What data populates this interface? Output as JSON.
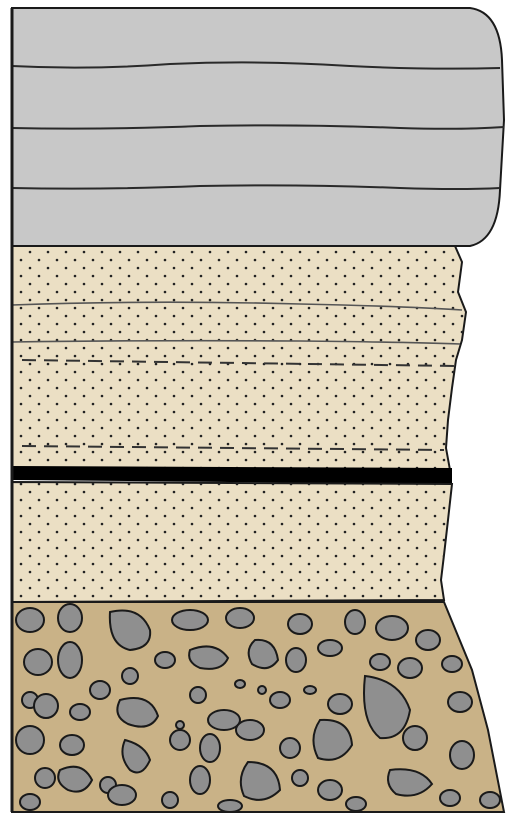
{
  "diagram": {
    "kind": "stratigraphic-column",
    "layers": [
      {
        "id": "shale",
        "fill": "#c8c8c8",
        "stroke": "#1a1a1a",
        "pattern": "horizontal-laminations"
      },
      {
        "id": "sandstone-upper",
        "fill": "#ebdfc4",
        "stroke": "#1a1a1a",
        "pattern": "dotted-with-dashed-bedding"
      },
      {
        "id": "coal-seam",
        "fill": "#000000",
        "pattern": "solid"
      },
      {
        "id": "sandstone-lower",
        "fill": "#ebdfc4",
        "stroke": "#1a1a1a",
        "pattern": "dotted"
      },
      {
        "id": "conglomerate",
        "fill": "#c9b287",
        "clast_fill": "#8f8f8f",
        "stroke": "#1a1a1a",
        "pattern": "rounded-clasts"
      }
    ]
  }
}
